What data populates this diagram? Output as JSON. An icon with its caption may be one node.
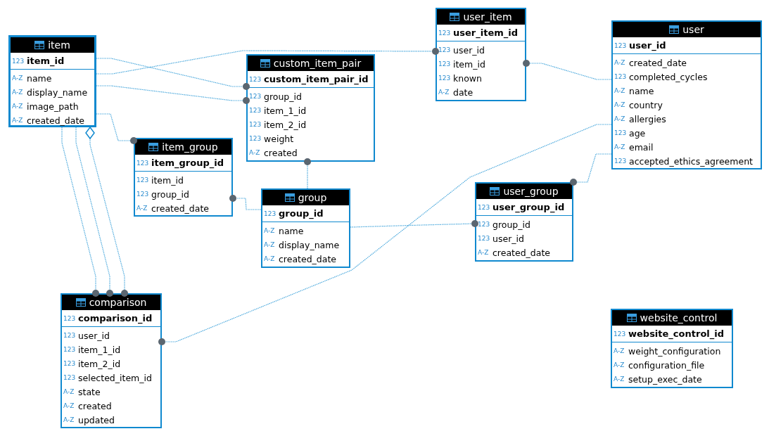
{
  "diagram": {
    "nodes": [
      {
        "text": [
          "item",
          "123",
          "item_id",
          "A-Z",
          "name",
          "A-Z",
          "display_name",
          "A-Z",
          "image_path",
          "A-Z",
          "created_date"
        ]
      },
      {
        "text": [
          "user_item",
          "123",
          "user_item_id",
          "123",
          "user_id",
          "123",
          "item_id",
          "123",
          "known",
          "A-Z",
          "date"
        ]
      },
      {
        "text": [
          "user",
          "123",
          "user_id",
          "A-Z",
          "created_date",
          "123",
          "completed_cycles",
          "A-Z",
          "name",
          "A-Z",
          "country",
          "A-Z",
          "allergies",
          "123",
          "age",
          "A-Z",
          "email",
          "123",
          "accepted_ethics_agreement"
        ]
      },
      {
        "text": [
          "custom_item_pair",
          "123",
          "custom_item_pair_id",
          "123",
          "group_id",
          "123",
          "item_1_id",
          "123",
          "item_2_id",
          "123",
          "weight",
          "A-Z",
          "created"
        ]
      },
      {
        "text": [
          "item_group",
          "123",
          "item_group_id",
          "123",
          "item_id",
          "123",
          "group_id",
          "A-Z",
          "created_date"
        ]
      },
      {
        "text": [
          "group",
          "123",
          "group_id",
          "A-Z",
          "name",
          "A-Z",
          "display_name",
          "A-Z",
          "created_date"
        ]
      },
      {
        "text": [
          "user_group",
          "123",
          "user_group_id",
          "123",
          "group_id",
          "123",
          "user_id",
          "A-Z",
          "created_date"
        ]
      },
      {
        "text": [
          "comparison",
          "123",
          "comparison_id",
          "123",
          "user_id",
          "123",
          "item_1_id",
          "123",
          "item_2_id",
          "123",
          "selected_item_id",
          "A-Z",
          "state",
          "A-Z",
          "created",
          "A-Z",
          "updated"
        ]
      },
      {
        "text": [
          "website_control",
          "123",
          "website_control_id",
          "A-Z",
          "weight_configuration",
          "A-Z",
          "configuration_file",
          "A-Z",
          "setup_exec_date"
        ]
      }
    ],
    "edges": [
      {
        "from": 0,
        "to": 1,
        "arrow": "other"
      },
      {
        "from": 0,
        "to": 3,
        "arrow": "other"
      },
      {
        "from": 0,
        "to": 3,
        "arrow": "other"
      },
      {
        "from": 0,
        "to": 4,
        "arrow": "other"
      },
      {
        "from": 0,
        "to": 7,
        "arrow": "other"
      },
      {
        "from": 0,
        "to": 7,
        "arrow": "other"
      },
      {
        "from": 0,
        "to": 7,
        "arrow": "other"
      },
      {
        "from": 5,
        "to": 3,
        "arrow": "other"
      },
      {
        "from": 5,
        "to": 4,
        "arrow": "other"
      },
      {
        "from": 5,
        "to": 6,
        "arrow": "other"
      },
      {
        "from": 2,
        "to": 1,
        "arrow": "other"
      },
      {
        "from": 2,
        "to": 6,
        "arrow": "other"
      },
      {
        "from": 2,
        "to": 7,
        "arrow": "other"
      }
    ]
  }
}
